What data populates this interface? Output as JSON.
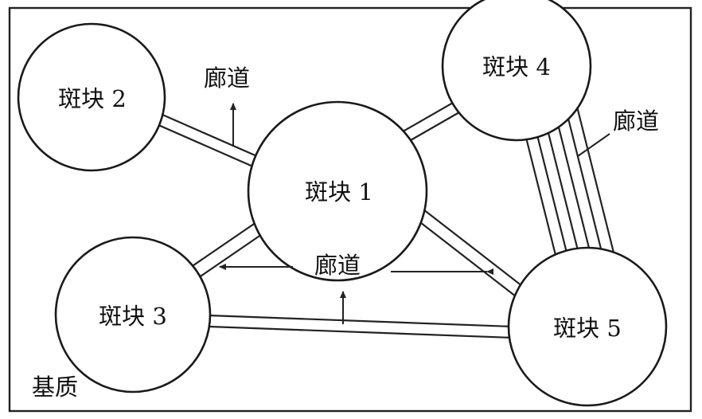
{
  "patches": [
    {
      "id": "1",
      "label": "斑块 1"
    },
    {
      "id": "2",
      "label": "斑块 2"
    },
    {
      "id": "3",
      "label": "斑块 3"
    },
    {
      "id": "4",
      "label": "斑块 4"
    },
    {
      "id": "5",
      "label": "斑块 5"
    }
  ],
  "corridor_labels": {
    "top_left": "廊道",
    "right": "廊道",
    "middle": "廊道"
  },
  "matrix_label": "基质",
  "colors": {
    "line": "#222222",
    "background": "#ffffff"
  }
}
